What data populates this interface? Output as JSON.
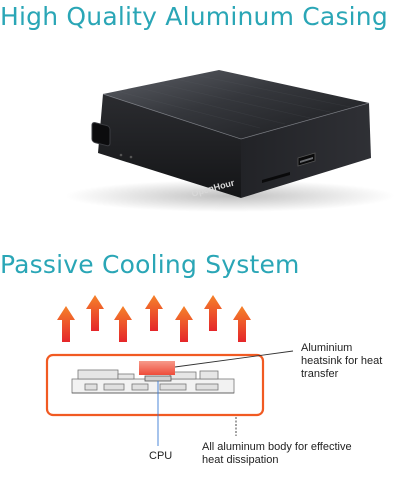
{
  "colors": {
    "accent": "#2aa6b6",
    "arrow_top": "#f05a24",
    "arrow_bottom": "#e81f25",
    "frame": "#f15a22",
    "case_dark": "#1e1f22"
  },
  "section1": {
    "title": "High Quality Aluminum Casing",
    "device": {
      "brand_logo": "OpenHour"
    }
  },
  "section2": {
    "title": "Passive Cooling System",
    "labels": {
      "heatsink": "Aluminium heatsink for heat transfer",
      "cpu": "CPU",
      "body": "All aluminum body for effective heat dissipation"
    },
    "icons": {
      "arrows": "heat-up-arrow-icon",
      "board": "circuit-board-icon",
      "heatsink": "heatsink-icon"
    }
  }
}
